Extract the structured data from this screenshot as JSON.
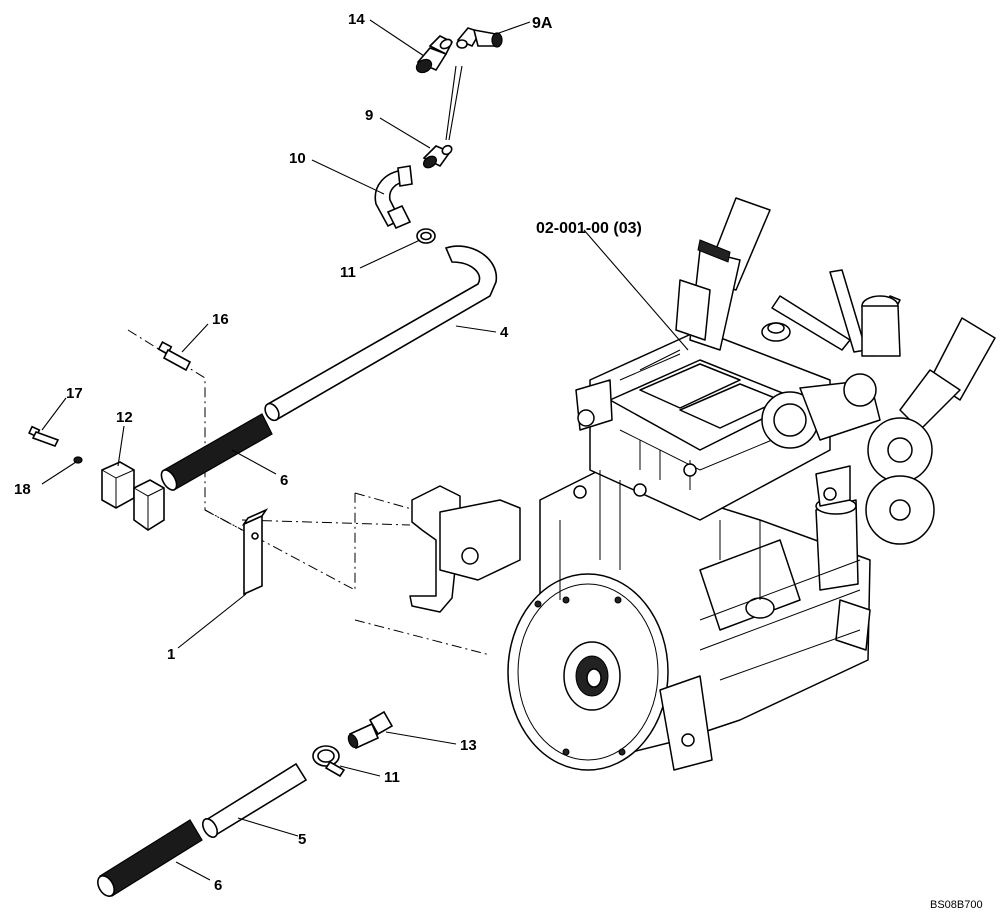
{
  "labels": {
    "p14": "14",
    "p9a": "9A",
    "p9": "9",
    "p10": "10",
    "p11_top": "11",
    "p4": "4",
    "p16": "16",
    "p17": "17",
    "p12": "12",
    "p18": "18",
    "p6_top": "6",
    "p1": "1",
    "p13": "13",
    "p11_bottom": "11",
    "p5": "5",
    "p6_bottom": "6",
    "engine_ref": "02-001-00 (03)"
  },
  "drawing_code": "BS08B700"
}
